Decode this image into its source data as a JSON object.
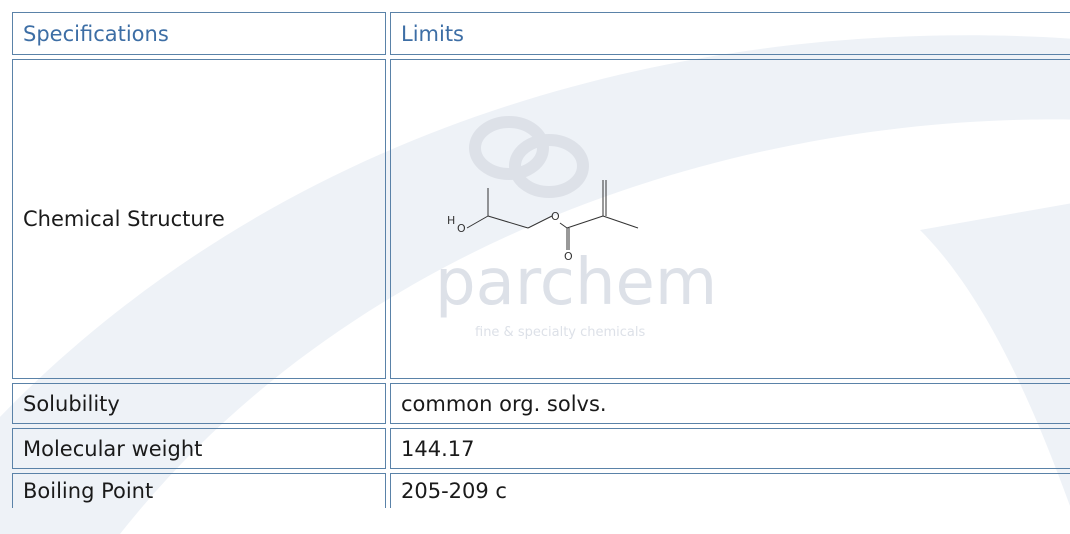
{
  "table": {
    "header": {
      "col1": "Specifications",
      "col2": "Limits"
    },
    "rows": [
      {
        "label": "Chemical Structure",
        "value": ""
      },
      {
        "label": "Solubility",
        "value": "common org. solvs."
      },
      {
        "label": "Molecular weight",
        "value": "144.17"
      },
      {
        "label": "Boiling Point",
        "value": "205-209 c"
      }
    ]
  },
  "structure": {
    "atom_labels": {
      "h": "H",
      "o_hydroxyl": "O",
      "o_ester": "O",
      "o_carbonyl": "O"
    },
    "watermark": {
      "brand": "parchem",
      "tagline": "fine & specialty chemicals"
    }
  },
  "colors": {
    "border": "#5a82a8",
    "header_text": "#3d6ea5",
    "swoosh": "#edf1f6"
  }
}
